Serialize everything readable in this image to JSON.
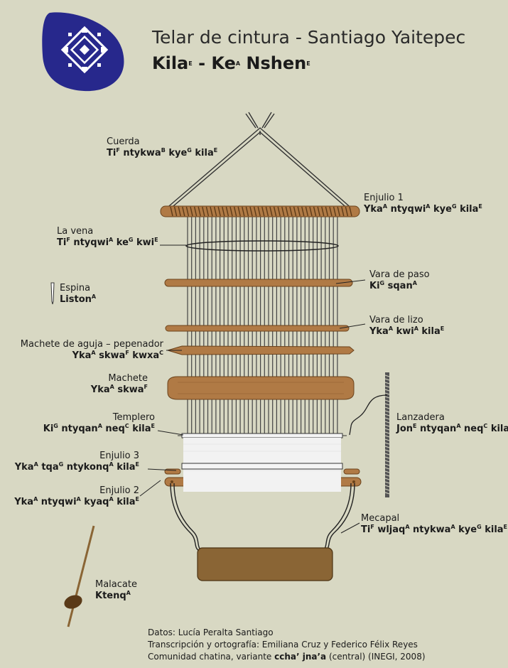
{
  "header": {
    "title": "Telar de cintura  -  Santiago Yaitepec",
    "subtitle": [
      {
        "t": "Kila"
      },
      {
        "s": "E"
      },
      {
        "t": "  -  Ke"
      },
      {
        "s": "A"
      },
      {
        "t": " Nshen"
      },
      {
        "s": "E"
      }
    ]
  },
  "labels": {
    "cuerda": {
      "name": "Cuerda",
      "chatino": [
        {
          "t": "Ti"
        },
        {
          "s": "F"
        },
        {
          "t": " ntykwa"
        },
        {
          "s": "B"
        },
        {
          "t": " kye"
        },
        {
          "s": "G"
        },
        {
          "t": " kila"
        },
        {
          "s": "E"
        }
      ]
    },
    "enjulio1": {
      "name": "Enjulio 1",
      "chatino": [
        {
          "t": "Yka"
        },
        {
          "s": "A"
        },
        {
          "t": " ntyqwi"
        },
        {
          "s": "A"
        },
        {
          "t": " kye"
        },
        {
          "s": "G"
        },
        {
          "t": " kila"
        },
        {
          "s": "E"
        }
      ]
    },
    "vena": {
      "name": "La vena",
      "chatino": [
        {
          "t": "Ti"
        },
        {
          "s": "F"
        },
        {
          "t": " ntyqwi"
        },
        {
          "s": "A"
        },
        {
          "t": " ke"
        },
        {
          "s": "G"
        },
        {
          "t": " kwi"
        },
        {
          "s": "E"
        }
      ]
    },
    "espina": {
      "name": "Espina",
      "chatino": [
        {
          "t": "Liston"
        },
        {
          "s": "A"
        }
      ]
    },
    "varapaso": {
      "name": "Vara de paso",
      "chatino": [
        {
          "t": "Ki"
        },
        {
          "s": "G"
        },
        {
          "t": " sqan"
        },
        {
          "s": "A"
        }
      ]
    },
    "varalizo": {
      "name": "Vara de lizo",
      "chatino": [
        {
          "t": "Yka"
        },
        {
          "s": "A"
        },
        {
          "t": " kwi"
        },
        {
          "s": "A"
        },
        {
          "t": " kila"
        },
        {
          "s": "E"
        }
      ]
    },
    "macheteaguja": {
      "name": "Machete de aguja – pepenador",
      "chatino": [
        {
          "t": "Yka"
        },
        {
          "s": "A"
        },
        {
          "t": " skwa"
        },
        {
          "s": "F"
        },
        {
          "t": " kwxa"
        },
        {
          "s": "C"
        }
      ]
    },
    "machete": {
      "name": "Machete",
      "chatino": [
        {
          "t": "Yka"
        },
        {
          "s": "A"
        },
        {
          "t": " skwa"
        },
        {
          "s": "F"
        }
      ]
    },
    "lanzadera": {
      "name": "Lanzadera",
      "chatino": [
        {
          "t": "Jon"
        },
        {
          "s": "E"
        },
        {
          "t": " ntyqan"
        },
        {
          "s": "A"
        },
        {
          "t": " neq"
        },
        {
          "s": "C"
        },
        {
          "t": " kila"
        },
        {
          "s": "E"
        }
      ]
    },
    "templero": {
      "name": "Templero",
      "chatino": [
        {
          "t": "Ki"
        },
        {
          "s": "G"
        },
        {
          "t": " ntyqan"
        },
        {
          "s": "A"
        },
        {
          "t": " neq"
        },
        {
          "s": "C"
        },
        {
          "t": " kila"
        },
        {
          "s": "E"
        }
      ]
    },
    "enjulio3": {
      "name": "Enjulio 3",
      "chatino": [
        {
          "t": "Yka"
        },
        {
          "s": "A"
        },
        {
          "t": " tqa"
        },
        {
          "s": "G"
        },
        {
          "t": " ntykonq"
        },
        {
          "s": "A"
        },
        {
          "t": " kila"
        },
        {
          "s": "E"
        }
      ]
    },
    "enjulio2": {
      "name": "Enjulio 2",
      "chatino": [
        {
          "t": "Yka"
        },
        {
          "s": "A"
        },
        {
          "t": " ntyqwi"
        },
        {
          "s": "A"
        },
        {
          "t": " kyaq"
        },
        {
          "s": "A"
        },
        {
          "t": " kila"
        },
        {
          "s": "E"
        }
      ]
    },
    "mecapal": {
      "name": "Mecapal",
      "chatino": [
        {
          "t": "Ti"
        },
        {
          "s": "F"
        },
        {
          "t": " wljaq"
        },
        {
          "s": "A"
        },
        {
          "t": " ntykwa"
        },
        {
          "s": "A"
        },
        {
          "t": " kye"
        },
        {
          "s": "G"
        },
        {
          "t": " kila"
        },
        {
          "s": "E"
        }
      ]
    },
    "malacate": {
      "name": "Malacate",
      "chatino": [
        {
          "t": "Ktenq"
        },
        {
          "s": "A"
        }
      ]
    }
  },
  "credits": {
    "line1": "Datos:  Lucía Peralta Santiago",
    "line2": "Transcripción y ortografía:  Emiliana Cruz y Federico Félix Reyes",
    "line3_pre": "Comunidad chatina,  variante ",
    "line3_bold": "ccha’ jna’a",
    "line3_post": " (central)  (INEGI, 2008)"
  },
  "colors": {
    "background": "#d8d8c3",
    "wood": "#b07a45",
    "wood_dark": "#8a5a2c",
    "mecapal": "#8a6535",
    "logo": "#27288c",
    "cloth": "#f2f2f2"
  }
}
